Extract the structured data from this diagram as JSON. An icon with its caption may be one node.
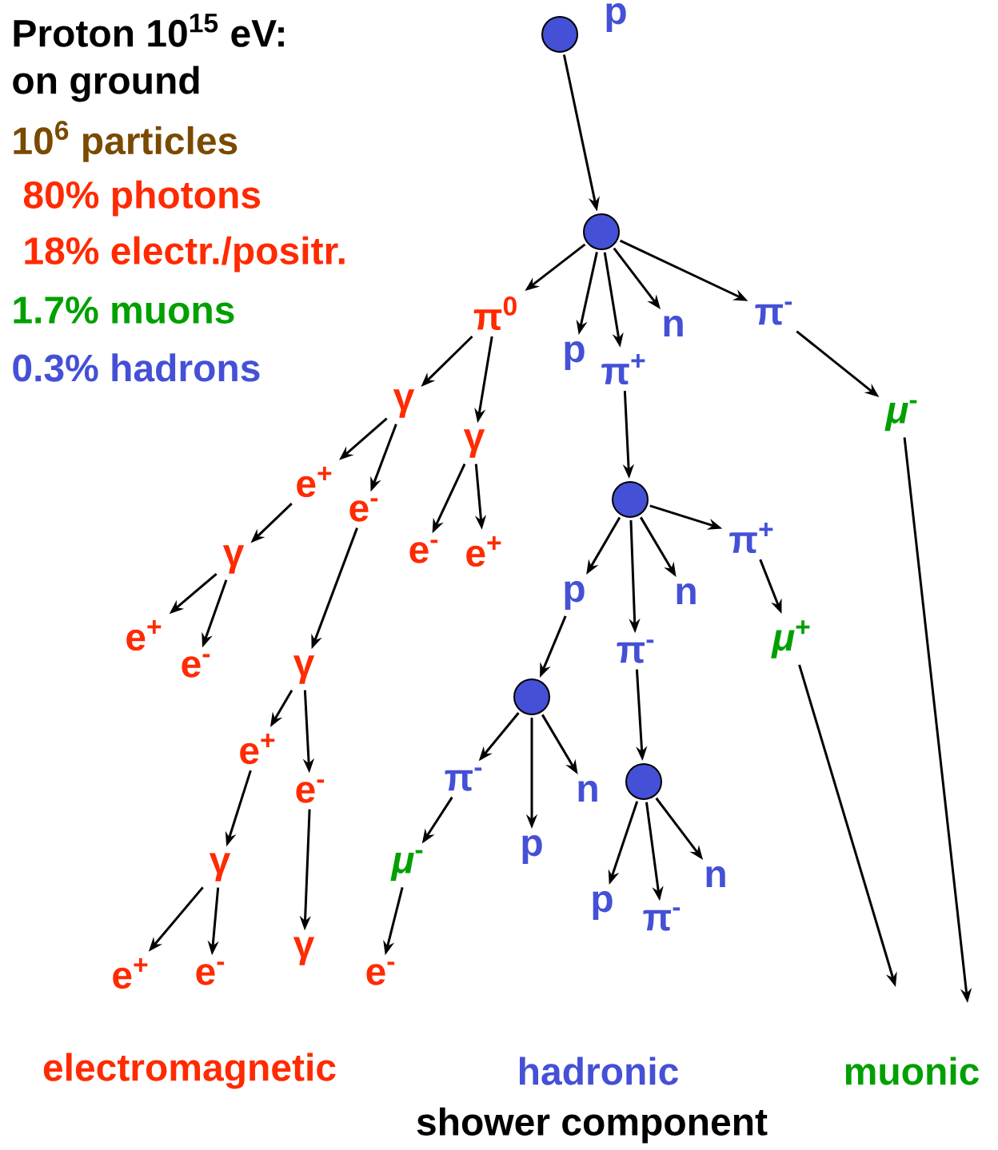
{
  "diagram": {
    "nodes": [
      {
        "text": [],
        "shape": "circle",
        "beside": [
          "p"
        ]
      },
      {
        "text": [],
        "shape": "circle"
      },
      {
        "text": [
          "π$^{0}$"
        ]
      },
      {
        "text": [
          "p"
        ]
      },
      {
        "text": [
          "π$^{+}$"
        ]
      },
      {
        "text": [
          "n"
        ]
      },
      {
        "text": [
          "π$^{-}$"
        ]
      },
      {
        "text": [
          "γ"
        ]
      },
      {
        "text": [
          "γ"
        ]
      },
      {
        "text": [
          "e$^{+}$"
        ]
      },
      {
        "text": [
          "e$^{-}$"
        ]
      },
      {
        "text": [
          "e$^{-}$"
        ]
      },
      {
        "text": [
          "e$^{+}$"
        ]
      },
      {
        "text": [
          "γ"
        ]
      },
      {
        "text": [
          "e$^{+}$"
        ]
      },
      {
        "text": [
          "e$^{-}$"
        ]
      },
      {
        "text": [
          "γ"
        ]
      },
      {
        "text": [
          "e$^{+}$"
        ]
      },
      {
        "text": [
          "e$^{-}$"
        ]
      },
      {
        "text": [
          "γ"
        ]
      },
      {
        "text": [
          "γ"
        ]
      },
      {
        "text": [
          "e$^{+}$"
        ]
      },
      {
        "text": [
          "e$^{-}$"
        ]
      },
      {
        "text": [
          "*μ*$^{-}$"
        ]
      },
      {
        "text": [],
        "shape": "circle"
      },
      {
        "text": [
          "p"
        ]
      },
      {
        "text": [
          "π$^{-}$"
        ]
      },
      {
        "text": [
          "n"
        ]
      },
      {
        "text": [
          "π$^{+}$"
        ]
      },
      {
        "text": [
          "*μ*$^{+}$"
        ]
      },
      {
        "text": [],
        "shape": "circle"
      },
      {
        "text": [
          "π$^{-}$"
        ]
      },
      {
        "text": [
          "p"
        ]
      },
      {
        "text": [
          "n"
        ]
      },
      {
        "text": [],
        "shape": "circle"
      },
      {
        "text": [
          "*μ*$^{-}$"
        ]
      },
      {
        "text": [
          "e$^{-}$"
        ]
      },
      {
        "text": [
          "p"
        ]
      },
      {
        "text": [
          "π$^{-}$"
        ]
      },
      {
        "text": [
          "n"
        ]
      }
    ],
    "edges": [
      {
        "from": 0,
        "to": 1,
        "arrow": "to"
      },
      {
        "from": 1,
        "to": 2,
        "arrow": "to"
      },
      {
        "from": 1,
        "to": 3,
        "arrow": "to"
      },
      {
        "from": 1,
        "to": 4,
        "arrow": "to"
      },
      {
        "from": 1,
        "to": 5,
        "arrow": "to"
      },
      {
        "from": 1,
        "to": 6,
        "arrow": "to"
      },
      {
        "from": 2,
        "to": 7,
        "arrow": "to"
      },
      {
        "from": 2,
        "to": 8,
        "arrow": "to"
      },
      {
        "from": 7,
        "to": 9,
        "arrow": "to"
      },
      {
        "from": 7,
        "to": 10,
        "arrow": "to"
      },
      {
        "from": 8,
        "to": 11,
        "arrow": "to"
      },
      {
        "from": 8,
        "to": 12,
        "arrow": "to"
      },
      {
        "from": 9,
        "to": 13,
        "arrow": "to"
      },
      {
        "from": 10,
        "to": 16,
        "arrow": "to"
      },
      {
        "from": 13,
        "to": 14,
        "arrow": "to"
      },
      {
        "from": 13,
        "to": 15,
        "arrow": "to"
      },
      {
        "from": 16,
        "to": 17,
        "arrow": "to"
      },
      {
        "from": 16,
        "to": 18,
        "arrow": "to"
      },
      {
        "from": 17,
        "to": 19,
        "arrow": "to"
      },
      {
        "from": 18,
        "to": 20,
        "arrow": "to"
      },
      {
        "from": 19,
        "to": 21,
        "arrow": "to"
      },
      {
        "from": 19,
        "to": 22,
        "arrow": "to"
      },
      {
        "from": 6,
        "to": 23,
        "arrow": "to"
      },
      {
        "from": 23,
        "to": null,
        "arrow": "to"
      },
      {
        "from": 4,
        "to": 24,
        "arrow": "to"
      },
      {
        "from": 24,
        "to": 25,
        "arrow": "to"
      },
      {
        "from": 24,
        "to": 26,
        "arrow": "to"
      },
      {
        "from": 24,
        "to": 27,
        "arrow": "to"
      },
      {
        "from": 24,
        "to": 28,
        "arrow": "to"
      },
      {
        "from": 28,
        "to": 29,
        "arrow": "to"
      },
      {
        "from": 29,
        "to": null,
        "arrow": "to"
      },
      {
        "from": 25,
        "to": 30,
        "arrow": "to"
      },
      {
        "from": 30,
        "to": 31,
        "arrow": "to"
      },
      {
        "from": 30,
        "to": 32,
        "arrow": "to"
      },
      {
        "from": 30,
        "to": 33,
        "arrow": "to"
      },
      {
        "from": 26,
        "to": 34,
        "arrow": "to"
      },
      {
        "from": 31,
        "to": 35,
        "arrow": "to"
      },
      {
        "from": 35,
        "to": 36,
        "arrow": "to"
      },
      {
        "from": 34,
        "to": 37,
        "arrow": "to"
      },
      {
        "from": 34,
        "to": 38,
        "arrow": "to"
      },
      {
        "from": 34,
        "to": 39,
        "arrow": "to"
      }
    ],
    "labels": [
      "Proton 10$^{15}$ eV:",
      "on ground",
      "10$^{6}$ particles",
      "80% photons",
      "18% electr./positr.",
      "1.7% muons",
      "0.3% hadrons",
      "electromagnetic",
      "hadronic",
      "muonic",
      "shower component"
    ]
  }
}
